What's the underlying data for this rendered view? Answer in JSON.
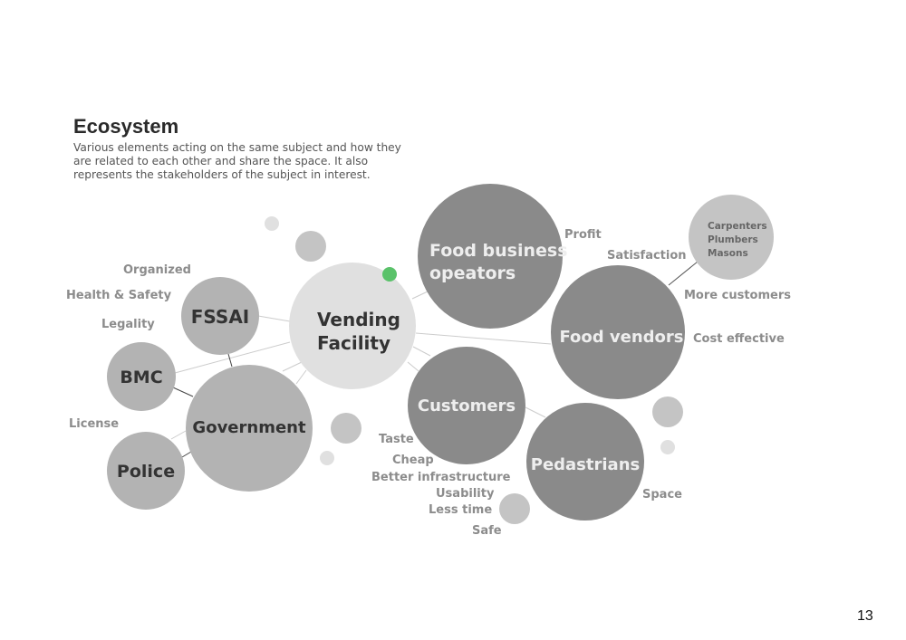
{
  "header": {
    "title": "Ecosystem",
    "description": "Various elements acting on the same subject and how they are related to each other and share the space. It also represents the stakeholders of the subject in interest."
  },
  "nodes": {
    "vending": [
      "Vending",
      "Facility"
    ],
    "fssai": "FSSAI",
    "bmc": "BMC",
    "government": "Government",
    "police": "Police",
    "food_business": [
      "Food business",
      "opeators"
    ],
    "food_vendors": "Food vendors",
    "customers": "Customers",
    "pedestrians": "Pedastrians",
    "trades": [
      "Carpenters",
      "Plumbers",
      "Masons"
    ]
  },
  "labels": {
    "organized": "Organized",
    "health": "Health & Safety",
    "legality": "Legality",
    "license": "License",
    "profit": "Profit",
    "satisfaction": "Satisfaction",
    "more_customers": "More customers",
    "cost_effective": "Cost effective",
    "taste": "Taste",
    "cheap": "Cheap",
    "infrastructure": "Better infrastructure",
    "usability": "Usability",
    "less_time": "Less time",
    "safe": "Safe",
    "space": "Space"
  },
  "colors": {
    "accent": "#5ac26a",
    "dark_node": "#8a8a8a",
    "mid_node": "#b3b3b3",
    "light_node": "#e0e0e0"
  },
  "page_number": "13"
}
